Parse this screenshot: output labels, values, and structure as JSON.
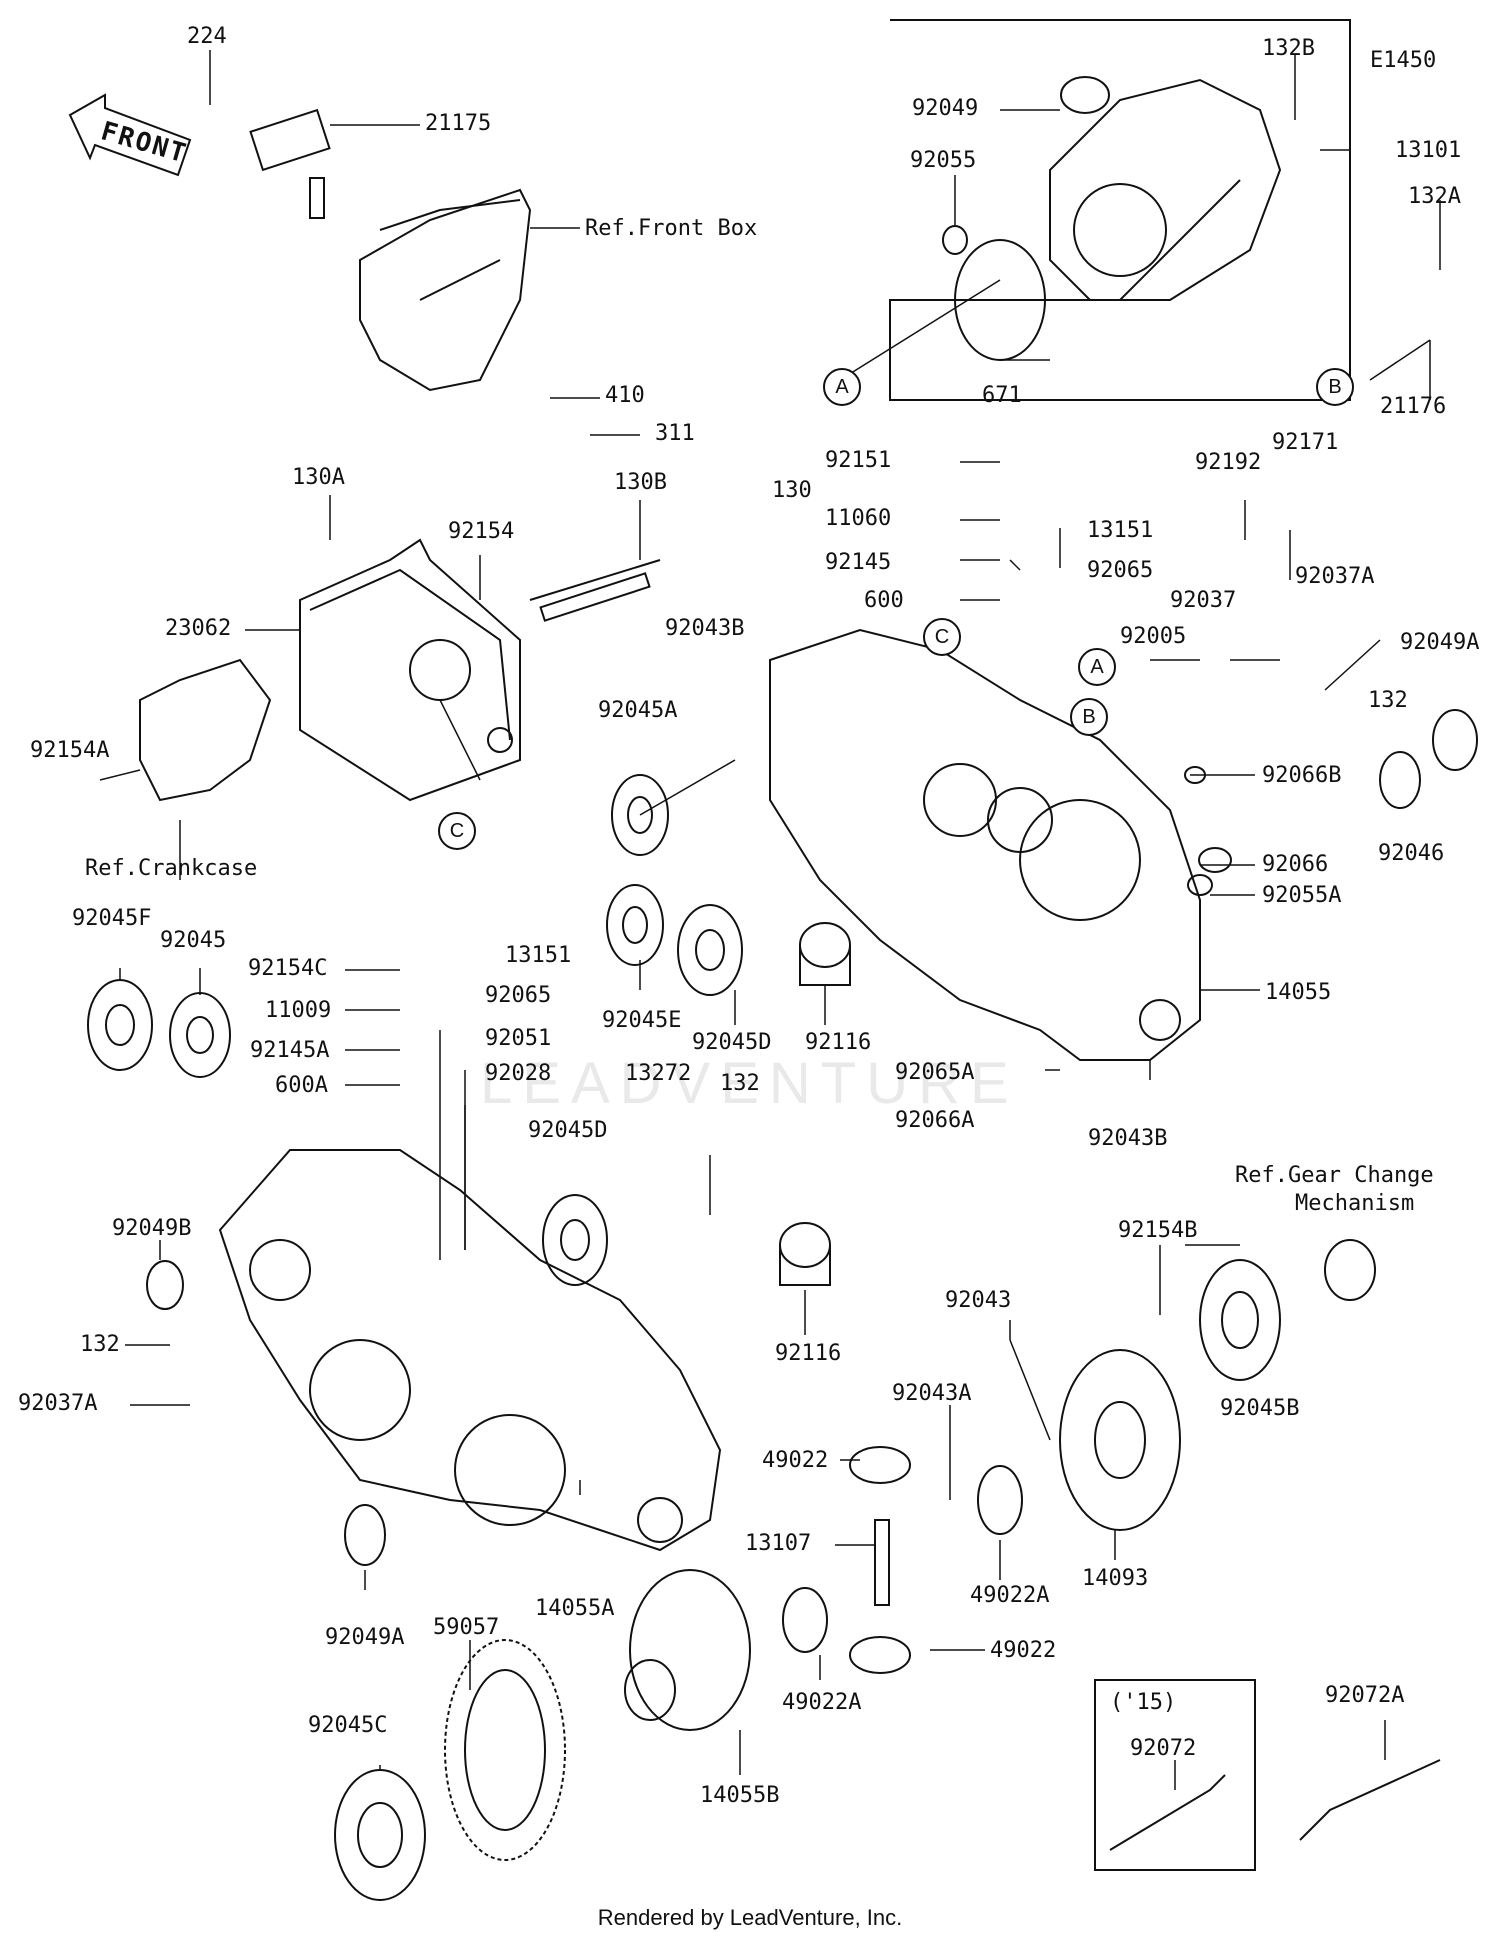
{
  "diagram_code": "E1450",
  "footer": "Rendered by LeadVenture, Inc.",
  "watermark": "LEADVENTURE",
  "front_label": "FRONT",
  "refs": {
    "front_box": "Ref.Front Box",
    "crankcase": "Ref.Crankcase",
    "gear_change_line1": "Ref.Gear Change",
    "gear_change_line2": "Mechanism"
  },
  "inset_15": "('15)",
  "callouts": [
    "A",
    "B",
    "C"
  ],
  "parts": {
    "p224": "224",
    "p21175": "21175",
    "p410": "410",
    "p311": "311",
    "p130A": "130A",
    "p130B": "130B",
    "p92154": "92154",
    "p23062": "23062",
    "p92154A": "92154A",
    "p132B": "132B",
    "p92049": "92049",
    "p92055": "92055",
    "p13101": "13101",
    "p132A": "132A",
    "p671": "671",
    "p21176": "21176",
    "p92151": "92151",
    "p11060": "11060",
    "p92145": "92145",
    "p600": "600",
    "p130": "130",
    "p13151": "13151",
    "p92065": "92065",
    "p92171": "92171",
    "p92192": "92192",
    "p92037A": "92037A",
    "p92037": "92037",
    "p92005": "92005",
    "p92049A_r": "92049A",
    "p132_r": "132",
    "p92043B": "92043B",
    "p92045A": "92045A",
    "p92066B": "92066B",
    "p92046": "92046",
    "p92066": "92066",
    "p92055A": "92055A",
    "p92045E": "92045E",
    "p92045D": "92045D",
    "p92116": "92116",
    "p14055": "14055",
    "p92065A": "92065A",
    "p92066A": "92066A",
    "p92043B_b": "92043B",
    "p92045F": "92045F",
    "p92045": "92045",
    "p92154C": "92154C",
    "p13151_l": "13151",
    "p11009": "11009",
    "p92065_l": "92065",
    "p92145A": "92145A",
    "p92051": "92051",
    "p600A": "600A",
    "p92028": "92028",
    "p13272": "13272",
    "p132_m": "132",
    "p92045D_l": "92045D",
    "p92049B": "92049B",
    "p132_l": "132",
    "p92037A_l": "92037A",
    "p92116_l": "92116",
    "p92154B": "92154B",
    "p92043": "92043",
    "p92045B": "92045B",
    "p92043A": "92043A",
    "p49022": "49022",
    "p13107": "13107",
    "p49022A": "49022A",
    "p14093": "14093",
    "p14055A": "14055A",
    "p92049A_l": "92049A",
    "p59057": "59057",
    "p49022_b": "49022",
    "p49022A_b": "49022A",
    "p92045C": "92045C",
    "p14055B": "14055B",
    "p92072": "92072",
    "p92072A": "92072A"
  }
}
